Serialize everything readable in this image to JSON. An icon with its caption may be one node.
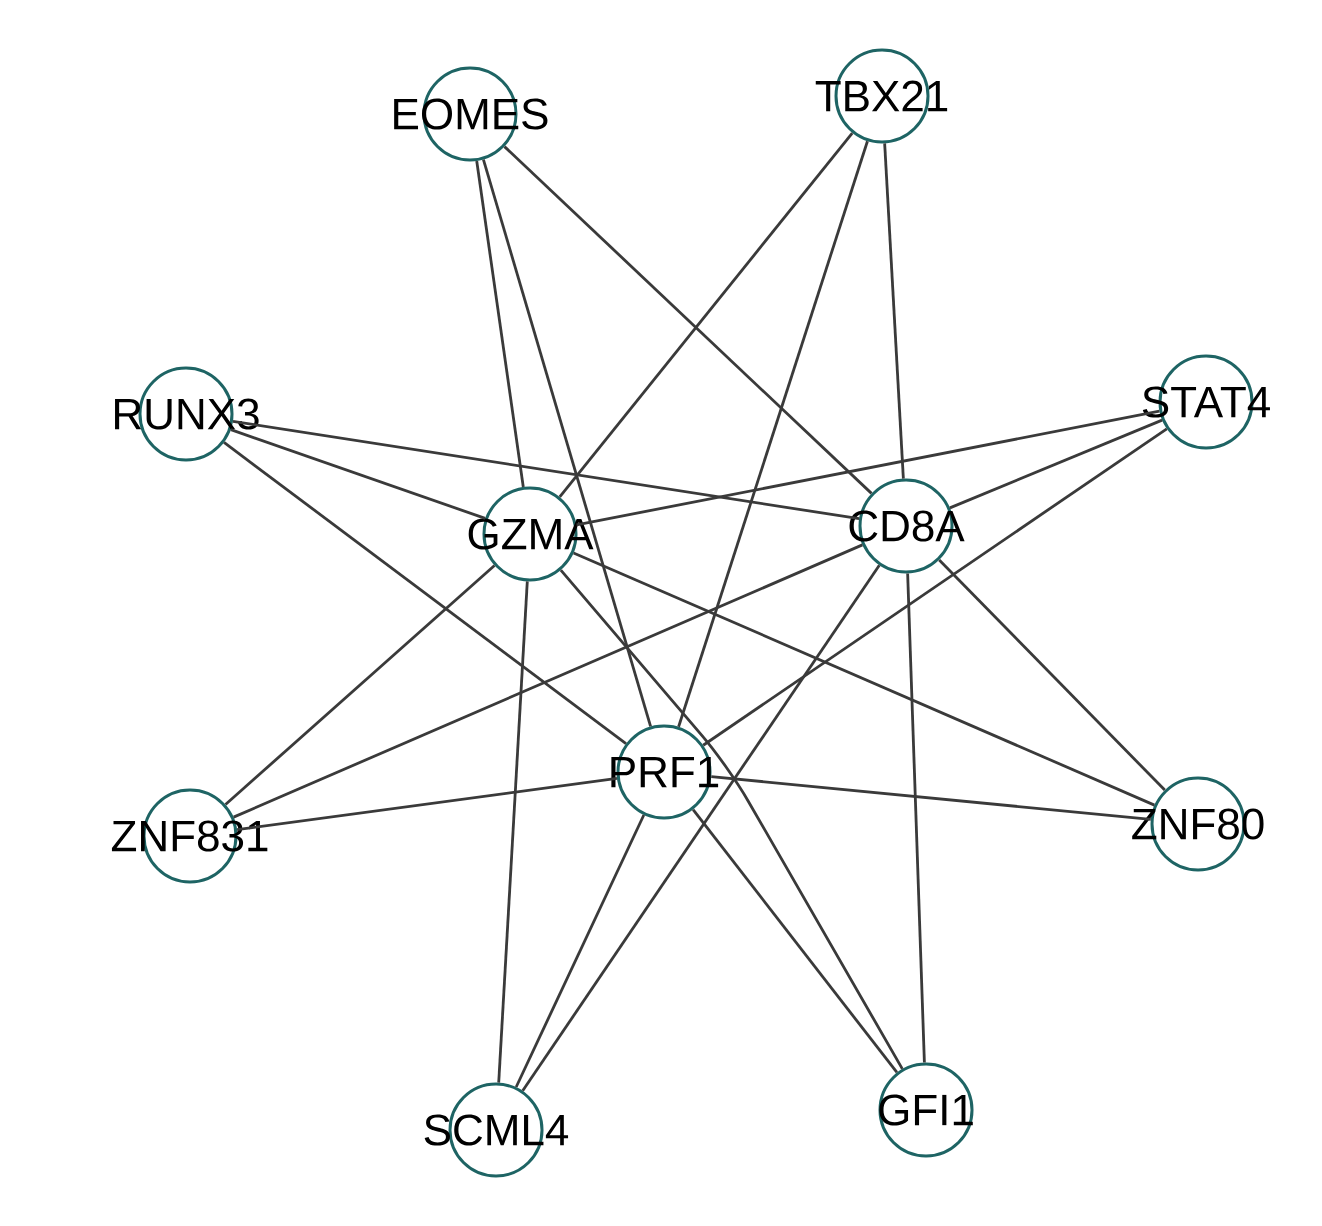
{
  "diagram": {
    "nodes": [
      {
        "text": [
          "EOMES"
        ]
      },
      {
        "text": [
          "TBX21"
        ]
      },
      {
        "text": [
          "RUNX3"
        ]
      },
      {
        "text": [
          "STAT4"
        ]
      },
      {
        "text": [
          "GZMA"
        ]
      },
      {
        "text": [
          "CD8A"
        ]
      },
      {
        "text": [
          "PRF1"
        ]
      },
      {
        "text": [
          "ZNF831"
        ]
      },
      {
        "text": [
          "ZNF80"
        ]
      },
      {
        "text": [
          "SCML4"
        ]
      },
      {
        "text": [
          "GFI1"
        ]
      }
    ],
    "edges": [
      {
        "from": 0,
        "to": 4,
        "arrow": "none"
      },
      {
        "from": 0,
        "to": 6,
        "arrow": "none"
      },
      {
        "from": 0,
        "to": 5,
        "arrow": "none"
      },
      {
        "from": 1,
        "to": 4,
        "arrow": "none"
      },
      {
        "from": 1,
        "to": 6,
        "arrow": "none"
      },
      {
        "from": 1,
        "to": 5,
        "arrow": "none"
      },
      {
        "from": 2,
        "to": 5,
        "arrow": "none"
      },
      {
        "from": 2,
        "to": 4,
        "arrow": "none"
      },
      {
        "from": 2,
        "to": 6,
        "arrow": "none"
      },
      {
        "from": 3,
        "to": 4,
        "arrow": "none"
      },
      {
        "from": 3,
        "to": 5,
        "arrow": "none"
      },
      {
        "from": 3,
        "to": 6,
        "arrow": "none"
      },
      {
        "from": 4,
        "to": 8,
        "arrow": "none"
      },
      {
        "from": 4,
        "to": 7,
        "arrow": "none"
      },
      {
        "from": 4,
        "to": 9,
        "arrow": "none"
      },
      {
        "from": 4,
        "to": 10,
        "arrow": "none"
      },
      {
        "from": 5,
        "to": 8,
        "arrow": "none"
      },
      {
        "from": 5,
        "to": 7,
        "arrow": "none"
      },
      {
        "from": 5,
        "to": 9,
        "arrow": "none"
      },
      {
        "from": 5,
        "to": 10,
        "arrow": "none"
      },
      {
        "from": 6,
        "to": 7,
        "arrow": "none"
      },
      {
        "from": 6,
        "to": 8,
        "arrow": "none"
      },
      {
        "from": 6,
        "to": 9,
        "arrow": "none"
      },
      {
        "from": 6,
        "to": 10,
        "arrow": "none"
      }
    ]
  }
}
